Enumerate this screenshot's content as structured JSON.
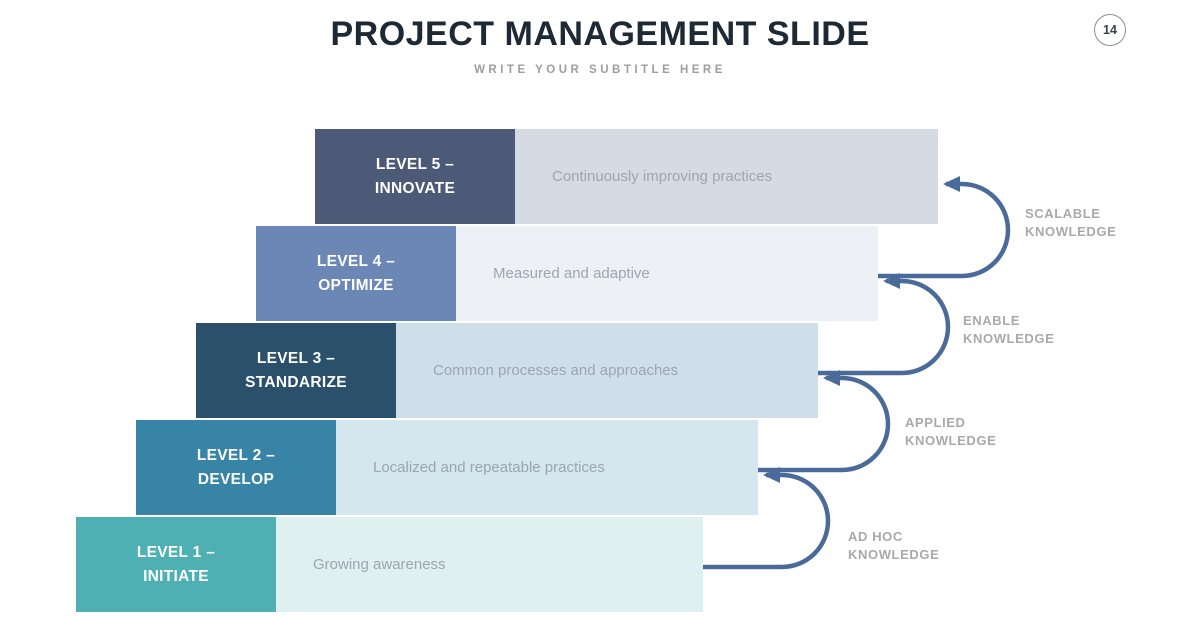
{
  "header": {
    "title": "PROJECT MANAGEMENT SLIDE",
    "subtitle": "WRITE YOUR SUBTITLE HERE",
    "page_number": "14"
  },
  "levels": [
    {
      "label_line1": "LEVEL 5 –",
      "label_line2": "INNOVATE",
      "description": "Continuously improving practices",
      "box_color": "#4c5a78",
      "bar_color": "#d6dae3"
    },
    {
      "label_line1": "LEVEL 4 –",
      "label_line2": "OPTIMIZE",
      "description": "Measured and adaptive",
      "box_color": "#6b87b5",
      "bar_color": "#edf1f6"
    },
    {
      "label_line1": "LEVEL 3 –",
      "label_line2": "STANDARIZE",
      "description": "Common processes and approaches",
      "box_color": "#2b506b",
      "bar_color": "#cfdfea"
    },
    {
      "label_line1": "LEVEL 2 –",
      "label_line2": "DEVELOP",
      "description": "Localized and repeatable practices",
      "box_color": "#3884a6",
      "bar_color": "#d5e7ee"
    },
    {
      "label_line1": "LEVEL 1 –",
      "label_line2": "INITIATE",
      "description": "Growing awareness",
      "box_color": "#4fb0b3",
      "bar_color": "#def0ef"
    }
  ],
  "knowledge_labels": [
    {
      "line1": "SCALABLE",
      "line2": "KNOWLEDGE"
    },
    {
      "line1": "ENABLE",
      "line2": "KNOWLEDGE"
    },
    {
      "line1": "APPLIED",
      "line2": "KNOWLEDGE"
    },
    {
      "line1": "AD HOC",
      "line2": "KNOWLEDGE"
    }
  ],
  "colors": {
    "arrow": "#4a6b99",
    "title_text": "#1d2935",
    "subtitle_text": "#9e9e9e",
    "knowledge_text": "#a9a9a9",
    "description_text": "#9da5ae",
    "level_text": "#ffffff"
  }
}
